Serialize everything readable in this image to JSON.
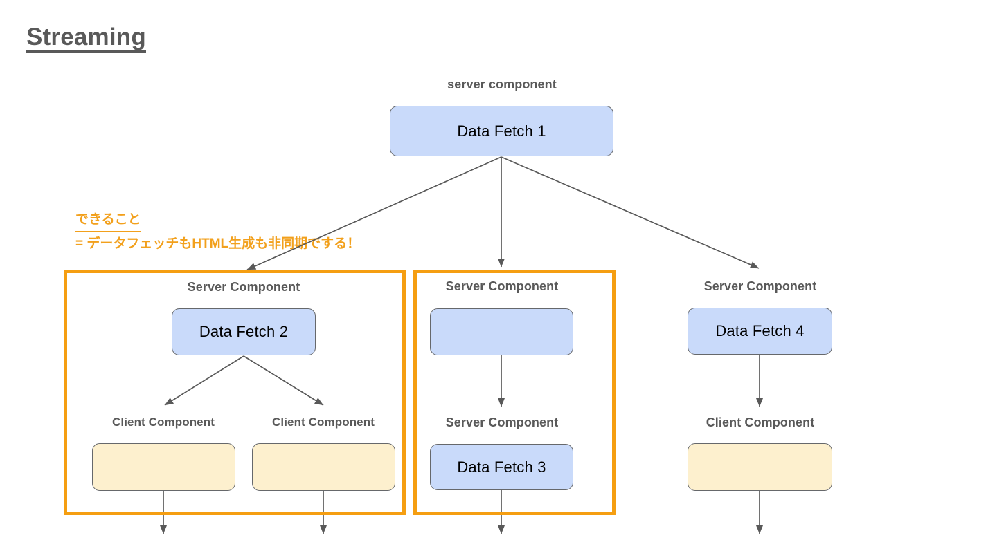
{
  "slide": {
    "title": "Streaming",
    "title_color": "#595959",
    "background": "#ffffff"
  },
  "annotation": {
    "heading": "できること",
    "body": "= データフェッチもHTML生成も非同期でする！",
    "color": "#f2a01c"
  },
  "palette": {
    "server_box_fill": "#c9dafa",
    "client_box_fill": "#fdf0ce",
    "box_border": "#66686b",
    "group_frame": "#f59e11",
    "label_text": "#595959",
    "arrow": "#595959"
  },
  "diagram": {
    "type": "tree",
    "root": {
      "label": "server component",
      "box_text": "Data Fetch 1",
      "box_kind": "server"
    },
    "branches": [
      {
        "id": "left",
        "framed": true,
        "nodes": [
          {
            "label": "Server Component",
            "box_text": "Data Fetch 2",
            "box_kind": "server"
          },
          {
            "label": "Client Component",
            "box_text": "",
            "box_kind": "client"
          },
          {
            "label": "Client Component",
            "box_text": "",
            "box_kind": "client"
          }
        ]
      },
      {
        "id": "middle",
        "framed": true,
        "nodes": [
          {
            "label": "Server Component",
            "box_text": "",
            "box_kind": "server"
          },
          {
            "label": "Server Component",
            "box_text": "Data Fetch 3",
            "box_kind": "server"
          }
        ]
      },
      {
        "id": "right",
        "framed": false,
        "nodes": [
          {
            "label": "Server Component",
            "box_text": "Data Fetch 4",
            "box_kind": "server"
          },
          {
            "label": "Client Component",
            "box_text": "",
            "box_kind": "client"
          }
        ]
      }
    ]
  }
}
